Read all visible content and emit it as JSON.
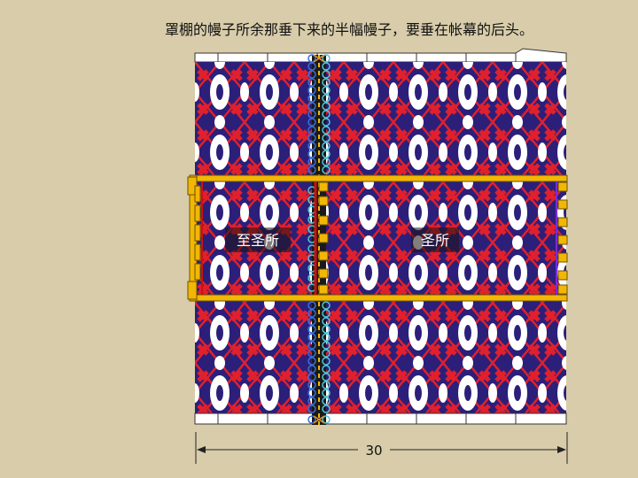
{
  "caption": "罩棚的幔子所余那垂下来的半幅幔子，要垂在帐幕的后头。",
  "labels": {
    "most_holy_place": "至圣所",
    "holy_place": "圣所"
  },
  "dimension": {
    "value": "30"
  },
  "colors": {
    "background": "#d8ccaa",
    "curtain_red": "#e0202c",
    "curtain_blue": "#2b1f7a",
    "frame_gold": "#f2b705",
    "veil_red": "#cc1111",
    "loop_blue": "#3a6fd8",
    "loop_cyan": "#4fc6d8",
    "loop_orange": "#e8902a"
  }
}
